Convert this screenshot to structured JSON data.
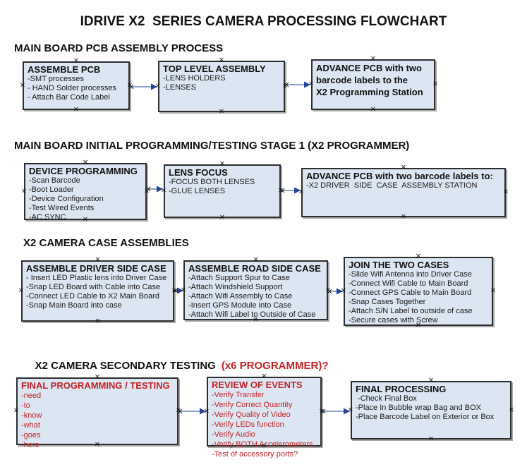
{
  "title": "IDRIVE X2  SERIES CAMERA PROCESSING FLOWCHART",
  "icons": {
    "connection_handle": "×"
  },
  "colors": {
    "box_fill": "#dce6f2",
    "box_border": "#2e2e2e",
    "box_shadow": "#a8a8a8",
    "arrow_line": "#8aa2c6",
    "arrow_head": "#26439c",
    "red_text": "#c42227",
    "black_text": "#111111"
  },
  "sections": [
    {
      "header": "MAIN BOARD PCB ASSEMBLY PROCESS",
      "boxes": [
        {
          "title": "ASSEMBLE PCB",
          "lines": [
            "-SMT processes",
            "- HAND Solder processes",
            "- Attach Bar Code Label"
          ]
        },
        {
          "title": "TOP LEVEL ASSEMBLY",
          "lines": [
            "-LENS HOLDERS",
            "-LENSES"
          ]
        },
        {
          "title": "ADVANCE PCB with two\nbarcode labels to the\n X2 Programming Station",
          "lines": []
        }
      ]
    },
    {
      "header": "MAIN BOARD INITIAL PROGRAMMING/TESTING STAGE 1 (X2 PROGRAMMER)",
      "boxes": [
        {
          "title": "DEVICE PROGRAMMING",
          "lines": [
            "-Scan Barcode",
            "-Boot Loader",
            "-Device Configuration",
            "-Test Wired Events",
            "-AC SYNC"
          ]
        },
        {
          "title": "LENS FOCUS",
          "lines": [
            "-FOCUS BOTH LENSES",
            "-GLUE LENSES"
          ]
        },
        {
          "title": "ADVANCE PCB with two barcode labels to:",
          "lines": [
            "-X2 DRIVER  SIDE  CASE  ASSEMBLY STATION"
          ]
        }
      ]
    },
    {
      "header": "X2 CAMERA CASE ASSEMBLIES",
      "boxes": [
        {
          "title": "ASSEMBLE DRIVER SIDE CASE",
          "lines": [
            "- Insert LED Plastic lens into Driver Case",
            "-Snap LED Board with Cable into Case",
            "-Connect LED Cable to X2 Main Board",
            "-Snap Main Board into case"
          ]
        },
        {
          "title": "ASSEMBLE ROAD SIDE CASE",
          "lines": [
            "-Attach Support Spur to Case",
            "-Attach Windshield Support",
            "-Attach Wifi Assembly to Case",
            "-Insert GPS Module into Case",
            "-Attach Wifi Label to Outside of Case"
          ]
        },
        {
          "title": "JOIN THE TWO CASES",
          "lines": [
            "-Slide Wifi Antenna into Driver Case",
            "-Connect Wifi Cable to Main Board",
            "-Connect GPS Cable to Main Board",
            "-Snap Cases Together",
            "-Attach S/N Label to outside of case",
            "-Secure cases with Screw"
          ]
        }
      ]
    },
    {
      "header": "X2 CAMERA SECONDARY TESTING",
      "header_suffix": "(x6 PROGRAMMER)?",
      "boxes": [
        {
          "title": "FINAL PROGRAMMING / TESTING",
          "lines": [
            "-need",
            "-to",
            "-know",
            "-what",
            "-goes",
            "-here"
          ]
        },
        {
          "title": "REVIEW OF EVENTS",
          "lines": [
            "-Verify Transfer",
            "-Verify Correct Quantity",
            "-Verify Quality of Video",
            "-Verify LEDs function",
            "-Verify Audio",
            "-Verify BOTH Accelerometers",
            "-Test of accessory ports?"
          ]
        },
        {
          "title": "FINAL PROCESSING",
          "lines": [
            " -Check Final Box",
            "-Place In Bubble wrap Bag and BOX",
            "-Place Barcode Label on Exterior or Box"
          ]
        }
      ]
    }
  ]
}
